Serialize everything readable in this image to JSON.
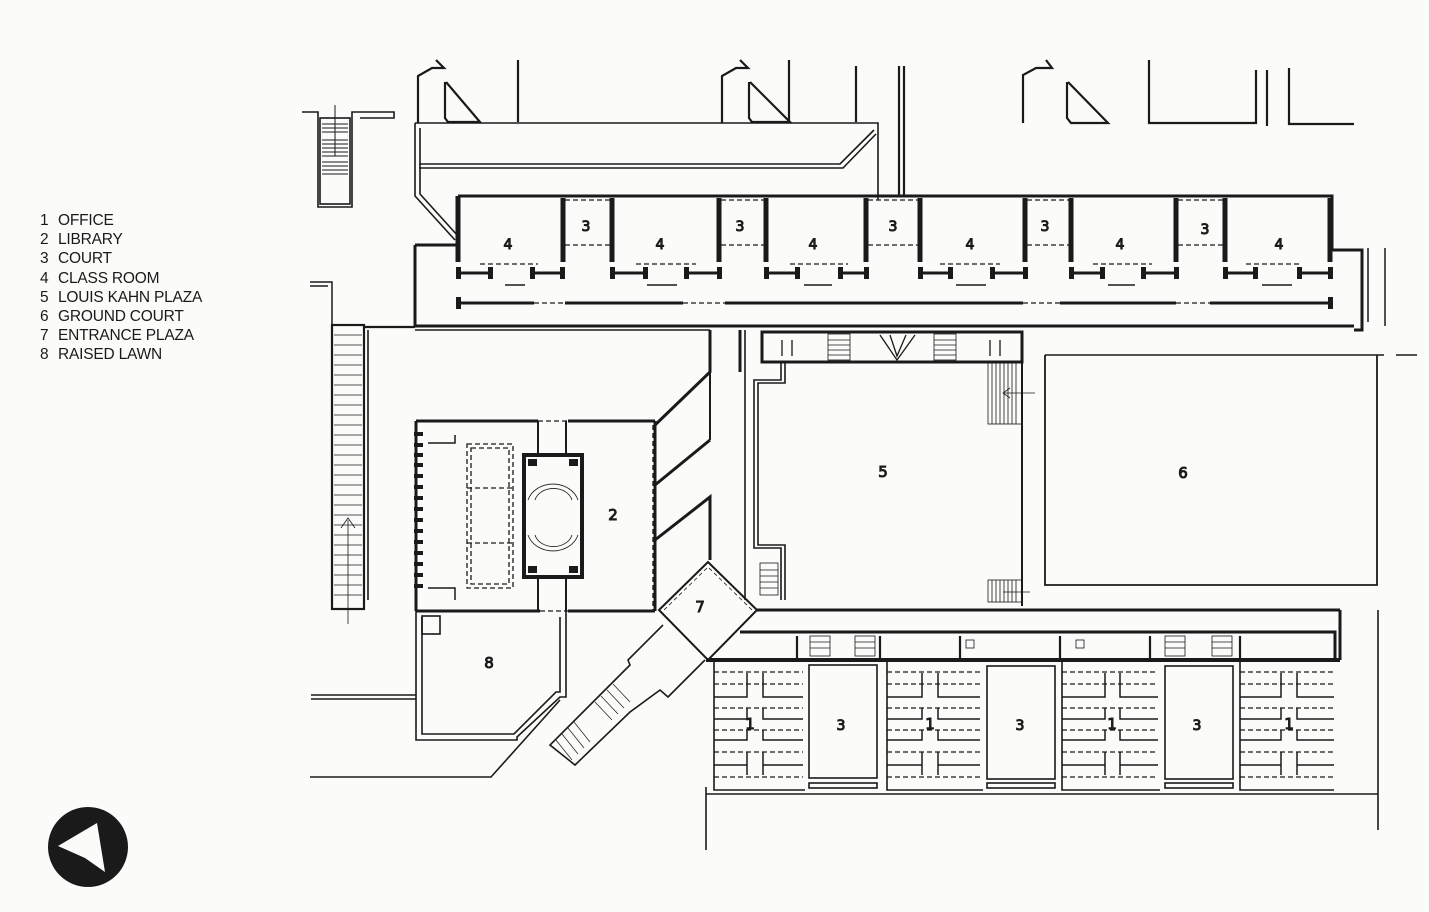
{
  "legend": {
    "items": [
      {
        "num": "1",
        "label": "OFFICE"
      },
      {
        "num": "2",
        "label": "LIBRARY"
      },
      {
        "num": "3",
        "label": "COURT"
      },
      {
        "num": "4",
        "label": "CLASS ROOM"
      },
      {
        "num": "5",
        "label": "LOUIS KAHN PLAZA"
      },
      {
        "num": "6",
        "label": "GROUND COURT"
      },
      {
        "num": "7",
        "label": "ENTRANCE PLAZA"
      },
      {
        "num": "8",
        "label": "RAISED LAWN"
      }
    ]
  },
  "plan": {
    "classroom_wing": {
      "classrooms": [
        "4",
        "4",
        "4",
        "4",
        "4",
        "4"
      ],
      "courts": [
        "3",
        "3",
        "3",
        "3",
        "3"
      ]
    },
    "library_label": "2",
    "plaza_label": "5",
    "ground_court_label": "6",
    "entrance_label": "7",
    "lawn_label": "8",
    "office_wing": {
      "offices": [
        "1",
        "1",
        "1",
        "1"
      ],
      "courts": [
        "3",
        "3",
        "3"
      ]
    }
  },
  "compass": {
    "icon": "north-arrow-icon"
  },
  "colors": {
    "ink": "#1a1a1a",
    "paper": "#fbfbf9"
  }
}
